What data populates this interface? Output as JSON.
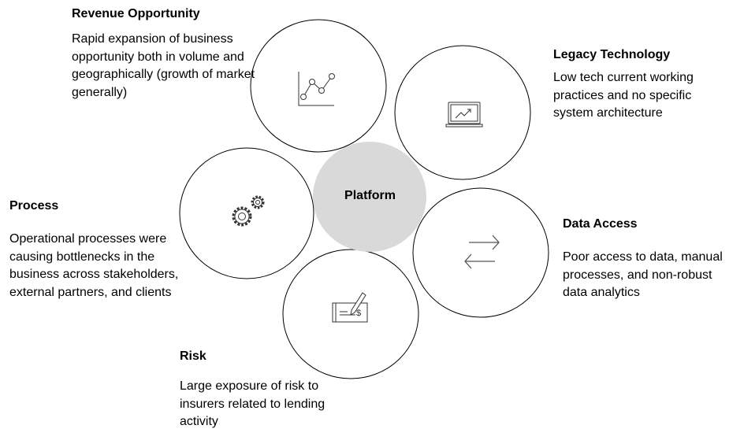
{
  "center": {
    "label": "Platform",
    "fill": "#d9d9d9"
  },
  "nodes": [
    {
      "id": "revenue",
      "title": "Revenue Opportunity",
      "description": "Rapid expansion of business opportunity both in volume and geographically (growth of market generally)",
      "icon": "line-chart-icon"
    },
    {
      "id": "legacy",
      "title": "Legacy Technology",
      "description": "Low tech current working practices and no specific system architecture",
      "icon": "laptop-chart-icon"
    },
    {
      "id": "process",
      "title": "Process",
      "description": "Operational processes were causing bottlenecks in the business across stakeholders, external partners, and clients",
      "icon": "gears-icon"
    },
    {
      "id": "data",
      "title": "Data Access",
      "description": "Poor access to data, manual processes, and non-robust data analytics",
      "icon": "exchange-arrows-icon"
    },
    {
      "id": "risk",
      "title": "Risk",
      "description": "Large exposure of risk to insurers related to lending activity",
      "icon": "cheque-pen-icon"
    }
  ]
}
